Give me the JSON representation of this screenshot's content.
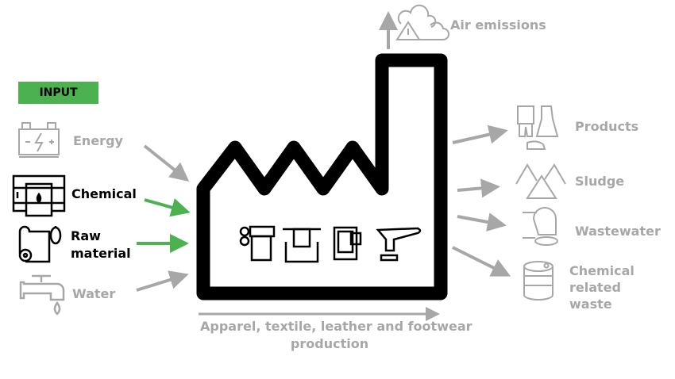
{
  "input_badge": "INPUT",
  "colors": {
    "input_badge": "#4cb14f",
    "green_arrow": "#4cb14f",
    "grey": "#a7a7a7",
    "factory": "#000000"
  },
  "inputs": [
    {
      "label": "Energy",
      "icon": "battery-icon",
      "highlighted": false
    },
    {
      "label": "Chemical",
      "icon": "chemical-barrels-icon",
      "highlighted": true
    },
    {
      "label": "Raw material",
      "line1": "Raw",
      "line2": "material",
      "icon": "fabric-roll-icon",
      "highlighted": true
    },
    {
      "label": "Water",
      "icon": "faucet-icon",
      "highlighted": false
    }
  ],
  "outputs": [
    {
      "label": "Air emissions",
      "icon": "cloud-warning-icon"
    },
    {
      "label": "Products",
      "icon": "clothing-icon"
    },
    {
      "label": "Sludge",
      "icon": "sludge-piles-icon"
    },
    {
      "label": "Wastewater",
      "icon": "pipe-outflow-icon"
    },
    {
      "label": "Chemical related waste",
      "line1": "Chemical",
      "line2": "related",
      "line3": "waste",
      "icon": "drum-icon"
    }
  ],
  "process_icons": [
    "textile-roller-icon",
    "dyeing-bath-icon",
    "screen-print-icon",
    "shoe-last-icon"
  ],
  "production": {
    "line1": "Apparel, textile, leather and footwear",
    "line2": "production"
  }
}
